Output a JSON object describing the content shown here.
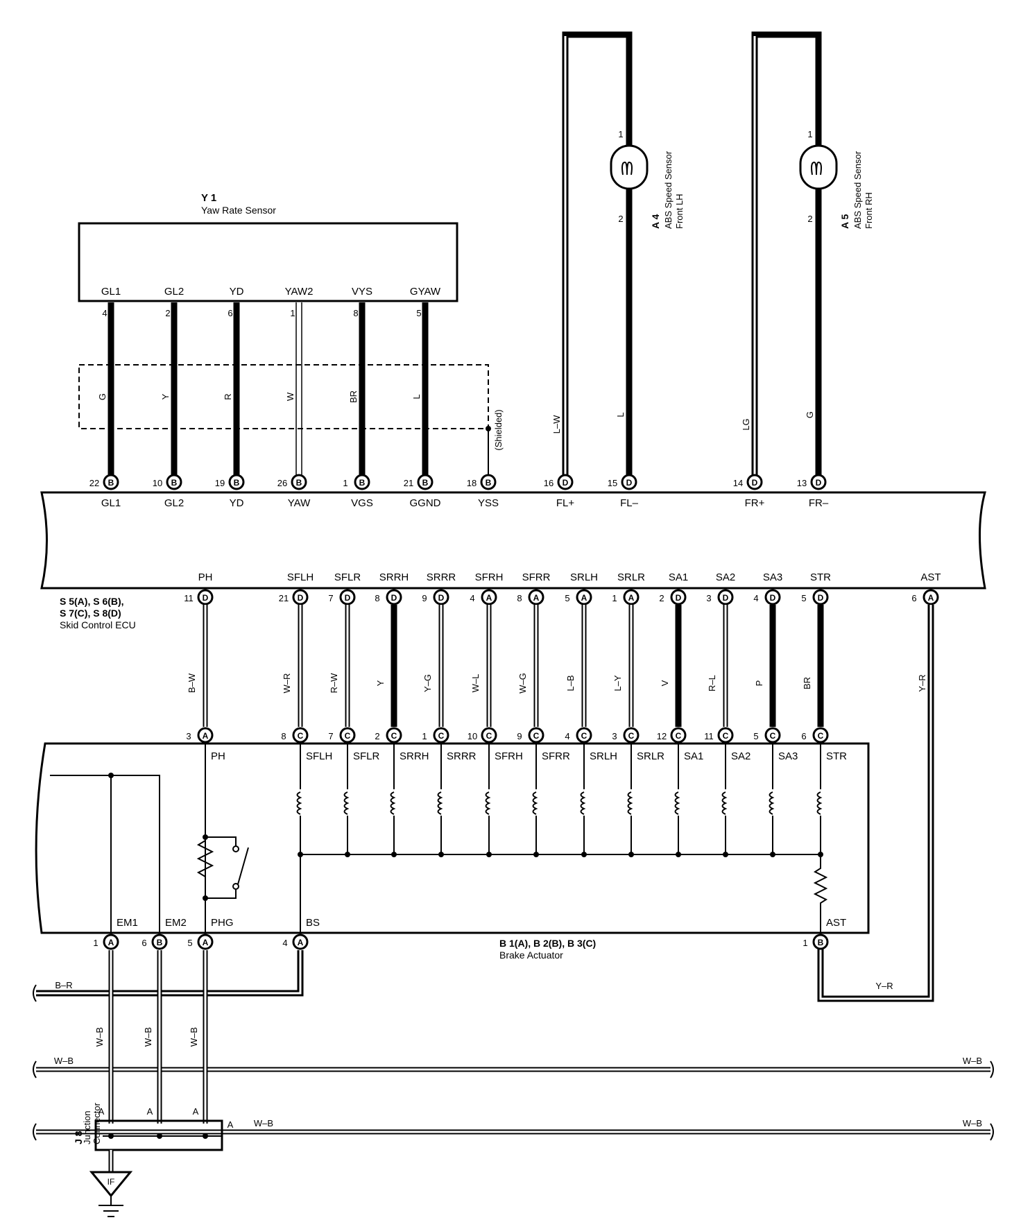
{
  "yaw_sensor": {
    "code": "Y 1",
    "name": "Yaw Rate Sensor",
    "pins": [
      {
        "label": "GL1",
        "pin": "4",
        "wire": "G"
      },
      {
        "label": "GL2",
        "pin": "2",
        "wire": "Y"
      },
      {
        "label": "YD",
        "pin": "6",
        "wire": "R"
      },
      {
        "label": "YAW2",
        "pin": "1",
        "wire": "W"
      },
      {
        "label": "VYS",
        "pin": "8",
        "wire": "BR"
      },
      {
        "label": "GYAW",
        "pin": "5",
        "wire": "L"
      }
    ],
    "shielded": "(Shielded)"
  },
  "speed_sensors": [
    {
      "code": "A 4",
      "name": "ABS Speed Sensor",
      "side": "Front LH",
      "pin_top": "1",
      "pin_bottom": "2",
      "wire_left": "L–W",
      "wire_right": "L"
    },
    {
      "code": "A 5",
      "name": "ABS Speed Sensor",
      "side": "Front RH",
      "pin_top": "1",
      "pin_bottom": "2",
      "wire_left": "LG",
      "wire_right": "G"
    }
  ],
  "ecu": {
    "codes_line1": "S 5(A), S 6(B),",
    "codes_line2": "S 7(C), S 8(D)",
    "name": "Skid Control ECU",
    "top_pins": [
      {
        "num": "22",
        "conn": "B",
        "label": "GL1"
      },
      {
        "num": "10",
        "conn": "B",
        "label": "GL2"
      },
      {
        "num": "19",
        "conn": "B",
        "label": "YD"
      },
      {
        "num": "26",
        "conn": "B",
        "label": "YAW"
      },
      {
        "num": "1",
        "conn": "B",
        "label": "VGS"
      },
      {
        "num": "21",
        "conn": "B",
        "label": "GGND"
      },
      {
        "num": "18",
        "conn": "B",
        "label": "YSS"
      },
      {
        "num": "16",
        "conn": "D",
        "label": "FL+"
      },
      {
        "num": "15",
        "conn": "D",
        "label": "FL–"
      },
      {
        "num": "14",
        "conn": "D",
        "label": "FR+"
      },
      {
        "num": "13",
        "conn": "D",
        "label": "FR–"
      }
    ],
    "bottom_pins": [
      {
        "num": "11",
        "conn": "D",
        "label": "PH"
      },
      {
        "num": "21",
        "conn": "D",
        "label": "SFLH"
      },
      {
        "num": "7",
        "conn": "D",
        "label": "SFLR"
      },
      {
        "num": "8",
        "conn": "D",
        "label": "SRRH"
      },
      {
        "num": "9",
        "conn": "D",
        "label": "SRRR"
      },
      {
        "num": "4",
        "conn": "A",
        "label": "SFRH"
      },
      {
        "num": "8",
        "conn": "A",
        "label": "SFRR"
      },
      {
        "num": "5",
        "conn": "A",
        "label": "SRLH"
      },
      {
        "num": "1",
        "conn": "A",
        "label": "SRLR"
      },
      {
        "num": "2",
        "conn": "D",
        "label": "SA1"
      },
      {
        "num": "3",
        "conn": "D",
        "label": "SA2"
      },
      {
        "num": "4",
        "conn": "D",
        "label": "SA3"
      },
      {
        "num": "5",
        "conn": "D",
        "label": "STR"
      },
      {
        "num": "6",
        "conn": "A",
        "label": "AST"
      }
    ]
  },
  "mid_wires": [
    "B–W",
    "W–R",
    "R–W",
    "Y",
    "Y–G",
    "W–L",
    "W–G",
    "L–B",
    "L–Y",
    "V",
    "R–L",
    "P",
    "BR",
    "Y–R"
  ],
  "actuator": {
    "codes": "B 1(A), B 2(B), B 3(C)",
    "name": "Brake Actuator",
    "top_pins": [
      {
        "num": "3",
        "conn": "A",
        "label": "PH"
      },
      {
        "num": "8",
        "conn": "C",
        "label": "SFLH"
      },
      {
        "num": "7",
        "conn": "C",
        "label": "SFLR"
      },
      {
        "num": "2",
        "conn": "C",
        "label": "SRRH"
      },
      {
        "num": "1",
        "conn": "C",
        "label": "SRRR"
      },
      {
        "num": "10",
        "conn": "C",
        "label": "SFRH"
      },
      {
        "num": "9",
        "conn": "C",
        "label": "SFRR"
      },
      {
        "num": "4",
        "conn": "C",
        "label": "SRLH"
      },
      {
        "num": "3",
        "conn": "C",
        "label": "SRLR"
      },
      {
        "num": "12",
        "conn": "C",
        "label": "SA1"
      },
      {
        "num": "11",
        "conn": "C",
        "label": "SA2"
      },
      {
        "num": "5",
        "conn": "C",
        "label": "SA3"
      },
      {
        "num": "6",
        "conn": "C",
        "label": "STR"
      }
    ],
    "bottom_pins": [
      {
        "num": "1",
        "conn": "A",
        "label": "EM1"
      },
      {
        "num": "6",
        "conn": "B",
        "label": "EM2"
      },
      {
        "num": "5",
        "conn": "A",
        "label": "PHG"
      },
      {
        "num": "4",
        "conn": "A",
        "label": "BS"
      },
      {
        "num": "1",
        "conn": "B",
        "label": "AST"
      }
    ]
  },
  "bottom_wires": {
    "br": "B–R",
    "yr": "Y–R",
    "wb": "W–B"
  },
  "junction": {
    "code": "J 8",
    "line1": "Junction",
    "line2": "Connector",
    "pin": "A",
    "ground": "IF"
  },
  "colors": {
    "line": "#000000",
    "background": "#ffffff"
  }
}
